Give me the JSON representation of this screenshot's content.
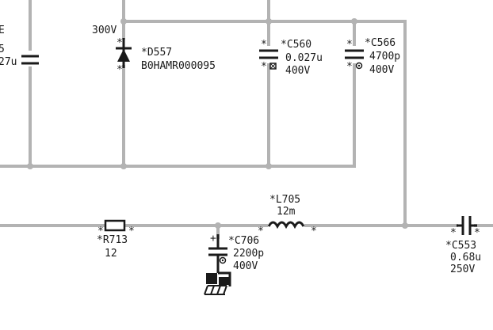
{
  "labels": {
    "left_frag_1": "E",
    "left_frag_2": "5",
    "left_frag_3": "27u",
    "voltage_300v": "300V",
    "d557_ref": "*D557",
    "d557_part": "B0HAMR000095",
    "c560_ref": "*C560",
    "c560_value": "0.027u",
    "c560_voltage": "400V",
    "c566_ref": "*C566",
    "c566_value": "4700p",
    "c566_voltage": "400V",
    "l705_ref": "*L705",
    "l705_value": "12m",
    "r713_ref": "*R713",
    "r713_value": "12",
    "c706_ref": "*C706",
    "c706_value": "2200p",
    "c706_voltage": "400V",
    "c553_ref": "*C553",
    "c553_value": "0.68u",
    "c553_voltage": "250V"
  },
  "markers": {
    "asterisk": "*",
    "polarity_plus": "+"
  },
  "colors": {
    "wire": "#b3b3b3",
    "component": "#1a1a1a",
    "background": "#ffffff"
  }
}
